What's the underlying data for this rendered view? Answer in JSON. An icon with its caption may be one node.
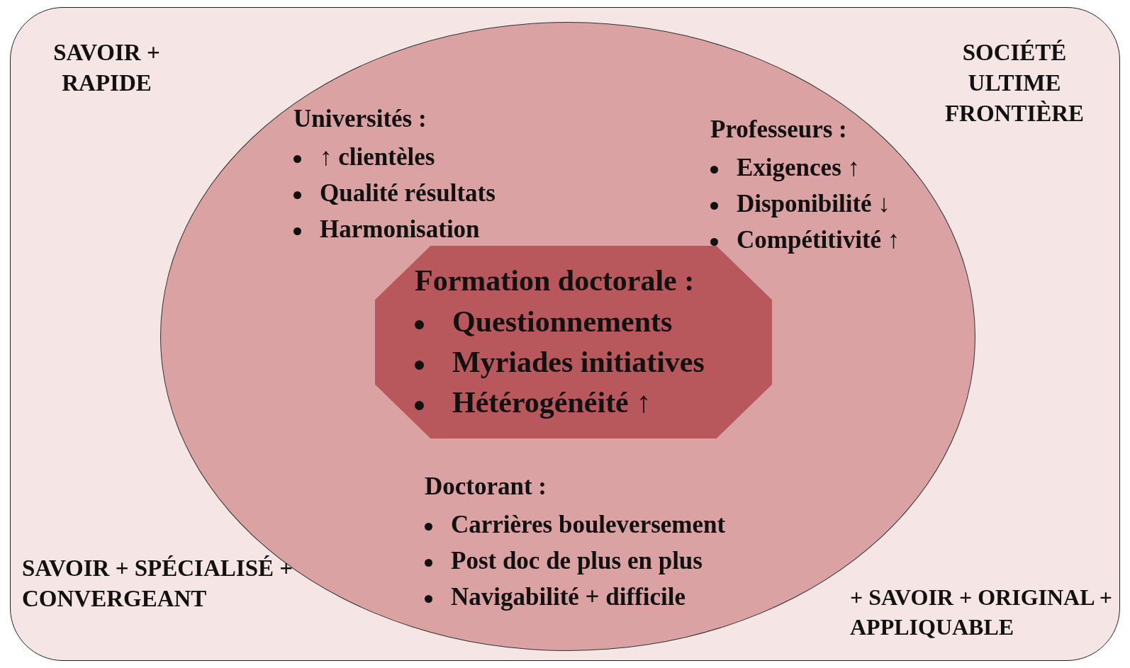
{
  "diagram": {
    "nodes": [
      {
        "text": [
          "SAVOIR + RAPIDE",
          "SOCIÉTÉ ULTIME FRONTIÈRE",
          "SAVOIR + SPÉCIALISÉ + CONVERGEANT",
          "+ SAVOIR + ORIGINAL + APPLIQUABLE"
        ]
      },
      {
        "text": [
          "Universités :",
          "↑ clientèles",
          "Qualité résultats",
          "Harmonisation",
          "Professeurs :",
          "Exigences ↑",
          "Disponibilité ↓",
          "Compétitivité ↑",
          "Doctorant :",
          "Carrières bouleversement",
          "Post doc de plus en plus",
          "Navigabilité + difficile"
        ],
        "in": 0
      },
      {
        "text": [
          "Formation doctorale :",
          "Questionnements",
          "Myriades initiatives",
          "Hétérogénéité ↑"
        ],
        "in": 1
      }
    ],
    "edges": []
  }
}
